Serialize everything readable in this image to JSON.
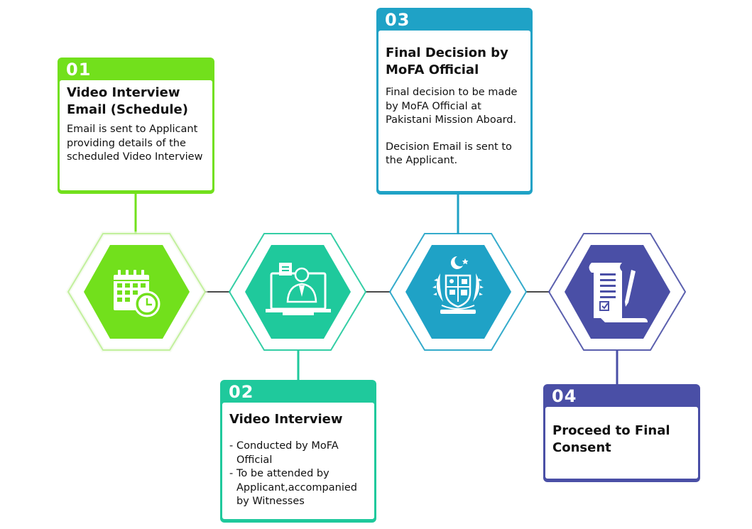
{
  "colors": {
    "step1": "#72e01c",
    "step2": "#1fc99c",
    "step3": "#1fa2c6",
    "step4": "#4a4fa6",
    "connector": "#4a4a4a"
  },
  "steps": [
    {
      "number": "01",
      "title": "Video Interview Email (Schedule)",
      "description": "Email is sent to Applicant providing details of the scheduled Video Interview",
      "icon": "calendar-clock-icon"
    },
    {
      "number": "02",
      "title": "Video Interview",
      "bullets": [
        "Conducted by MoFA Official",
        "To be attended by Applicant,accompanied by Witnesses"
      ],
      "icon": "video-conference-icon"
    },
    {
      "number": "03",
      "title": "Final Decision by MoFA Official",
      "description": "Final decision to be made by MoFA Official at Pakistani Mission Aboard.",
      "description2": "Decision Email is sent to the Applicant.",
      "icon": "pakistan-emblem-icon"
    },
    {
      "number": "04",
      "title": "Proceed to Final Consent",
      "icon": "document-scroll-icon"
    }
  ]
}
